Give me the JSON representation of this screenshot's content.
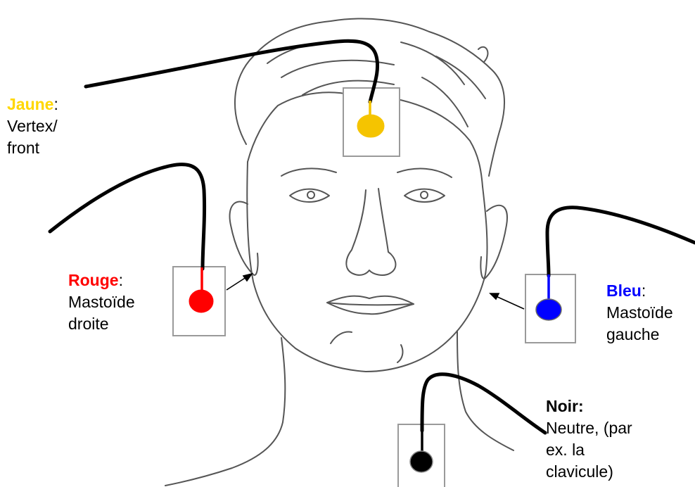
{
  "colors": {
    "yellow": "#FFD700",
    "electrode_yellow": "#F5C400",
    "red": "#FF0000",
    "blue": "#0000FF",
    "black": "#000000",
    "box_border": "#9A9A9A",
    "sketch": "#555555"
  },
  "electrodes": [
    {
      "color_name": "Jaune",
      "colon": ":",
      "lines": [
        "Vertex/",
        "front"
      ],
      "color": "#FFD700"
    },
    {
      "color_name": "Rouge",
      "colon": ":",
      "lines": [
        "Mastoïde",
        "droite"
      ],
      "color": "#FF0000"
    },
    {
      "color_name": "Bleu",
      "colon": ":",
      "lines": [
        "Mastoïde",
        "gauche"
      ],
      "color": "#0000FF"
    },
    {
      "color_name": "Noir:",
      "colon": "",
      "lines": [
        "Neutre, (par",
        "ex. la",
        "clavicule)"
      ],
      "color": "#000000"
    }
  ]
}
